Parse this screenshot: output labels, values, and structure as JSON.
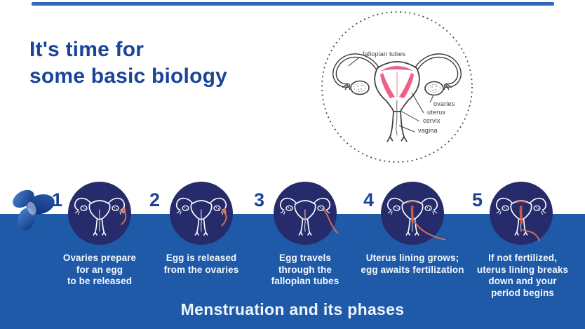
{
  "header": {
    "title": "It's time for\nsome basic biology"
  },
  "anatomy_diagram": {
    "labels": {
      "fallopian_tubes": "fallopian tubes",
      "ovaries": "ovaries",
      "uterus": "uterus",
      "cervix": "cervix",
      "vagina": "vagina"
    }
  },
  "phases": {
    "items": [
      {
        "number": "1",
        "caption": "Ovaries prepare\nfor an egg\nto be released"
      },
      {
        "number": "2",
        "caption": "Egg is released\nfrom the ovaries"
      },
      {
        "number": "3",
        "caption": "Egg travels\nthrough the\nfallopian tubes"
      },
      {
        "number": "4",
        "caption": "Uterus lining grows;\negg awaits fertilization"
      },
      {
        "number": "5",
        "caption": "If not fertilized,\nuterus lining breaks\ndown and your\nperiod begins"
      }
    ],
    "footer": "Menstruation and its phases"
  },
  "colors": {
    "title_blue": "#1a4497",
    "band_blue": "#1f5aa8",
    "circle_navy": "#262c6b",
    "accent_orange": "#df7450",
    "lining_red": "#dd5a42",
    "diagram_pink": "#ee6088",
    "label_gray": "#3b3b3b"
  }
}
